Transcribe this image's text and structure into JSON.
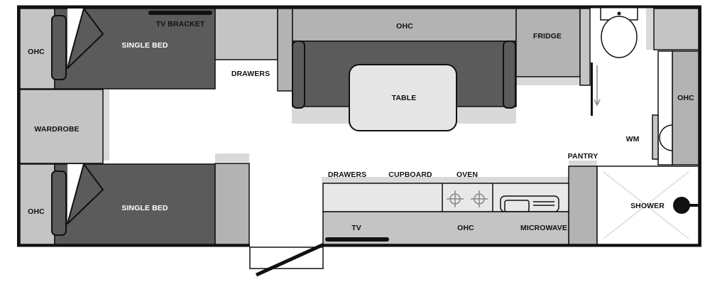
{
  "colors": {
    "wall": "#111111",
    "floor": "#ffffff",
    "fixture_light": "#c4c4c4",
    "fixture_mid": "#b3b3b3",
    "fixture_dark": "#5b5b5b",
    "table": "#e6e6e6",
    "shadow": "#d9d9d9",
    "bench": "#e8e8e8"
  },
  "labels": {
    "tv_bracket": "TV BRACKET",
    "ohc_top_left": "OHC",
    "single_bed_top": "SINGLE BED",
    "wardrobe": "WARDROBE",
    "ohc_bottom_left": "OHC",
    "single_bed_bottom": "SINGLE BED",
    "drawers_top": "DRAWERS",
    "ohc_dinette": "OHC",
    "table": "TABLE",
    "fridge": "FRIDGE",
    "ohc_right": "OHC",
    "wm": "WM",
    "pantry": "PANTRY",
    "shower": "SHOWER",
    "drawers_kitchen": "DRAWERS",
    "cupboard": "CUPBOARD",
    "oven": "OVEN",
    "tv": "TV",
    "ohc_kitchen": "OHC",
    "microwave": "MICROWAVE"
  }
}
